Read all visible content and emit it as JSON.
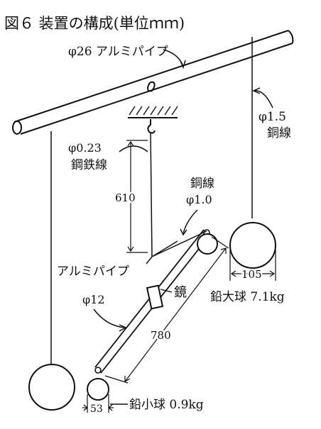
{
  "figure": {
    "title": "図６ 装置の構成(単位ｍｍ)",
    "labels": {
      "top_pipe": "φ26 アルミパイプ",
      "copper_wire_15_size": "φ1.5",
      "copper_wire_15_name": "銅線",
      "steel_wire_size": "φ0.23",
      "steel_wire_name": "鋼鉄線",
      "length_610": "610",
      "copper_wire_10_name": "銅線",
      "copper_wire_10_size": "φ1.0",
      "aluminum_pipe": "アルミパイプ",
      "pipe_12": "φ12",
      "mirror": "鏡",
      "length_780": "780",
      "width_105": "105",
      "large_ball": "鉛大球 7.1kg",
      "width_53": "53",
      "small_ball": "鉛小球 0.9kg"
    }
  }
}
